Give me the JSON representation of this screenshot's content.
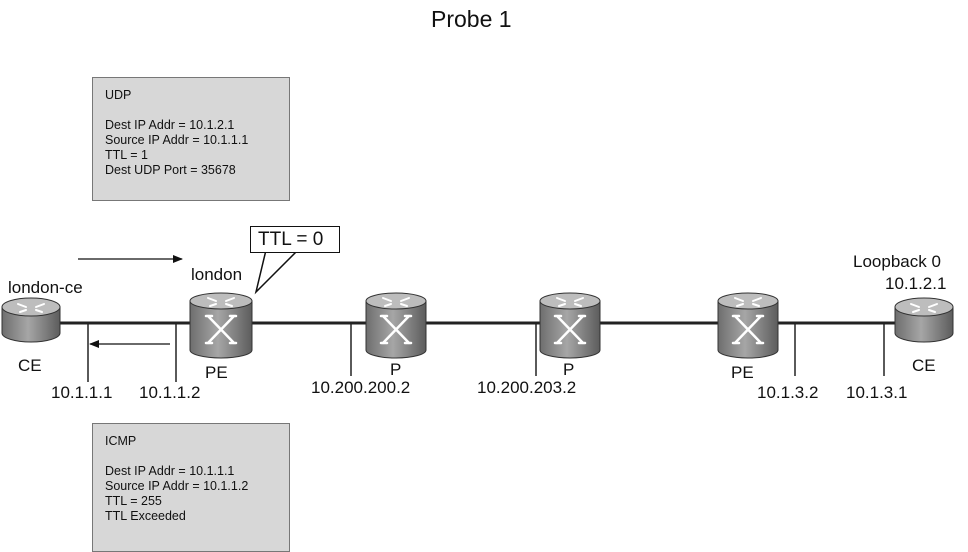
{
  "title": "Probe 1",
  "udp_box": {
    "header": "UDP",
    "lines": [
      "Dest IP Addr = 10.1.2.1",
      "Source IP Addr = 10.1.1.1",
      "TTL = 1",
      "Dest UDP Port = 35678"
    ]
  },
  "icmp_box": {
    "header": "ICMP",
    "lines": [
      "Dest IP Addr = 10.1.1.1",
      "Source IP Addr = 10.1.1.2",
      "TTL = 255",
      "TTL Exceeded"
    ]
  },
  "ttl_callout": "TTL = 0",
  "routers": {
    "london_ce": {
      "name": "london-ce",
      "role": "CE"
    },
    "london_pe": {
      "name": "london",
      "role": "PE"
    },
    "p1": {
      "role": "P"
    },
    "p2": {
      "role": "P"
    },
    "pe_remote": {
      "role": "PE"
    },
    "ce_remote": {
      "role": "CE",
      "loopback_name": "Loopback 0",
      "loopback_ip": "10.1.2.1"
    }
  },
  "interfaces": {
    "ce_london": "10.1.1.1",
    "pe_london": "10.1.1.2",
    "p1": "10.200.200.2",
    "p2": "10.200.203.2",
    "pe_remote": "10.1.3.2",
    "ce_remote": "10.1.3.1"
  },
  "colors": {
    "router_body": "#8a8a8a",
    "router_top": "#b5b5b5",
    "box_fill": "#d7d7d7"
  }
}
